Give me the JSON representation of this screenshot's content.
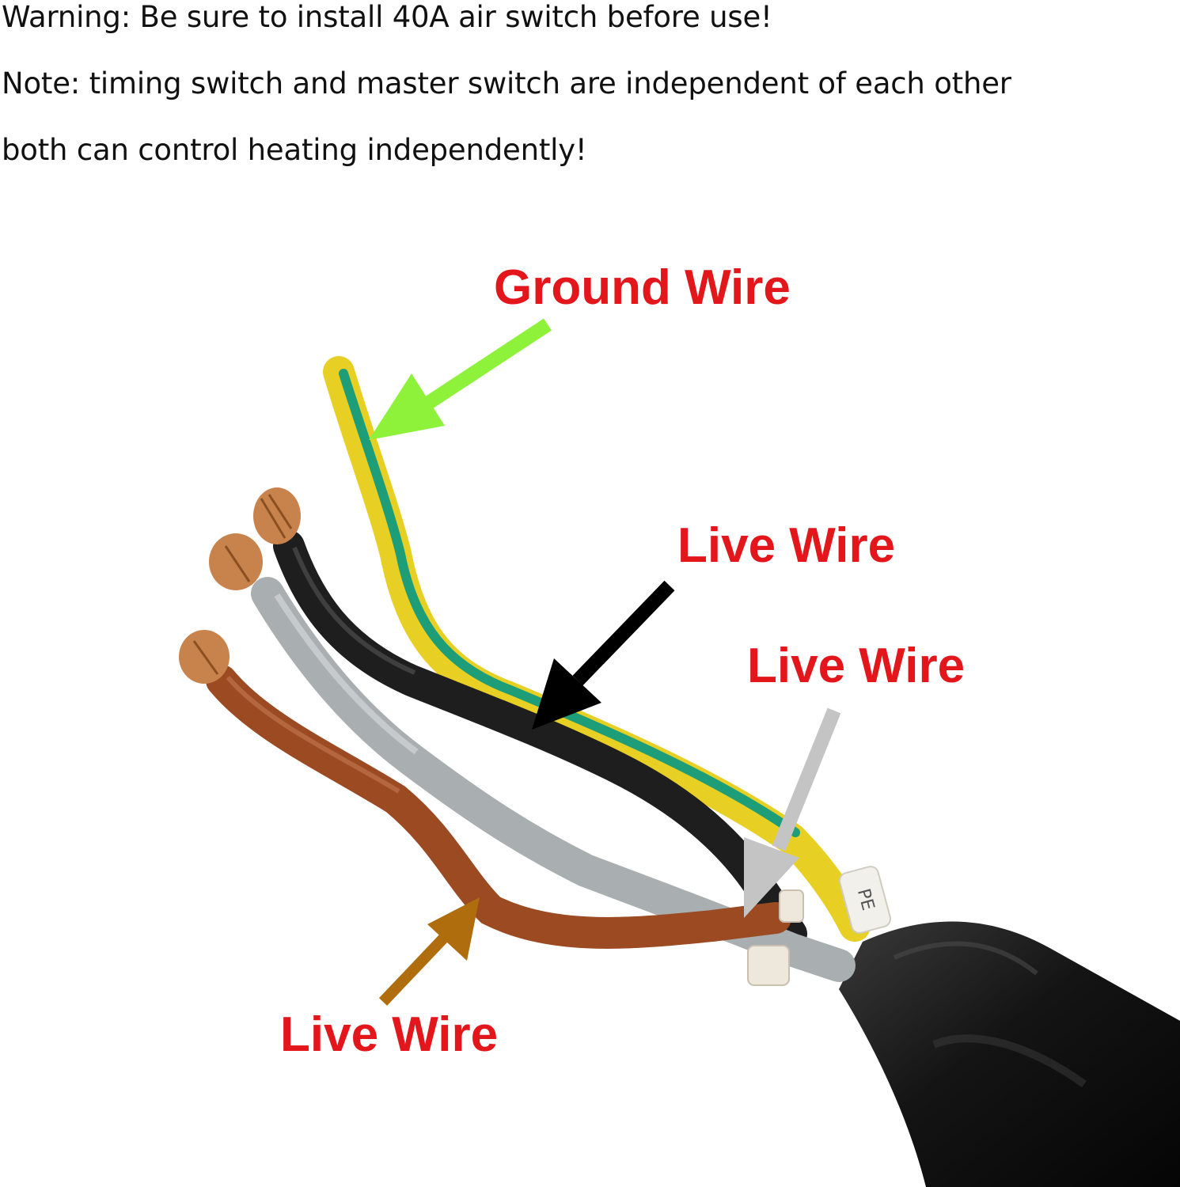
{
  "notes": {
    "warning": "Warning: Be sure to install 40A air switch before use!",
    "note_line1": "Note: timing switch and master switch are independent of each other",
    "note_line2": "both can control heating independently!"
  },
  "labels": {
    "ground": "Ground Wire",
    "live_black": "Live Wire",
    "live_grey": "Live Wire",
    "live_brown": "Live Wire",
    "tag": "PE"
  },
  "colors": {
    "label_red": "#e3161b",
    "ground_arrow": "#8ef23a",
    "black_arrow": "#000000",
    "grey_arrow": "#c4c4c4",
    "brown_arrow": "#b06d0e",
    "sheath": "#161616",
    "wire_black": "#222222",
    "wire_grey": "#a9aeb0",
    "wire_brown": "#9c4a22",
    "wire_yellow": "#ecd62a",
    "wire_green": "#1e9e78",
    "copper": "#c8834c"
  },
  "icons": {
    "ground_arrow": "arrow-icon",
    "live_arrows": "arrow-icon"
  }
}
